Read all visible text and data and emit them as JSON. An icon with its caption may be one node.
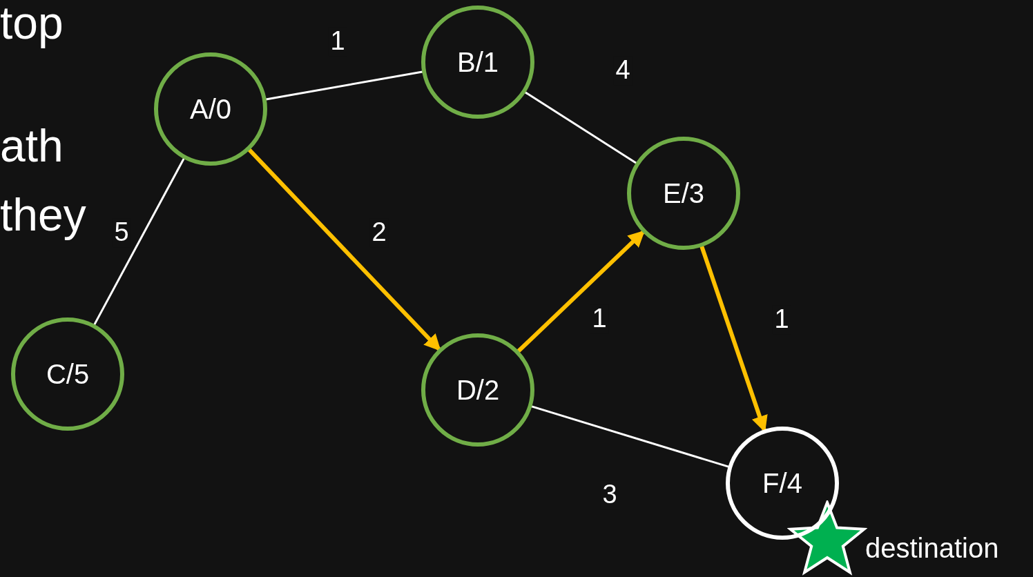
{
  "diagram": {
    "nodes": [
      {
        "text": [
          "A/0"
        ]
      },
      {
        "text": [
          "B/1"
        ]
      },
      {
        "text": [
          "C/5"
        ]
      },
      {
        "text": [
          "D/2"
        ]
      },
      {
        "text": [
          "E/3"
        ]
      },
      {
        "text": [
          "F/4"
        ],
        "beside": [
          "destination"
        ]
      }
    ],
    "edges": [
      {
        "from": 0,
        "to": 1,
        "arrow": "none",
        "label": "1"
      },
      {
        "from": 1,
        "to": 4,
        "arrow": "none",
        "label": "4"
      },
      {
        "from": 0,
        "to": 2,
        "arrow": "none",
        "label": "5"
      },
      {
        "from": 0,
        "to": 3,
        "arrow": "to",
        "label": "2",
        "style": "thick",
        "color": "#ffc000"
      },
      {
        "from": 3,
        "to": 4,
        "arrow": "to",
        "label": "1",
        "style": "thick",
        "color": "#ffc000"
      },
      {
        "from": 4,
        "to": 5,
        "arrow": "to",
        "label": "1",
        "style": "thick",
        "color": "#ffc000"
      },
      {
        "from": 3,
        "to": 5,
        "arrow": "none",
        "label": "3"
      }
    ],
    "labels": [
      "top",
      "ath",
      "they"
    ]
  }
}
